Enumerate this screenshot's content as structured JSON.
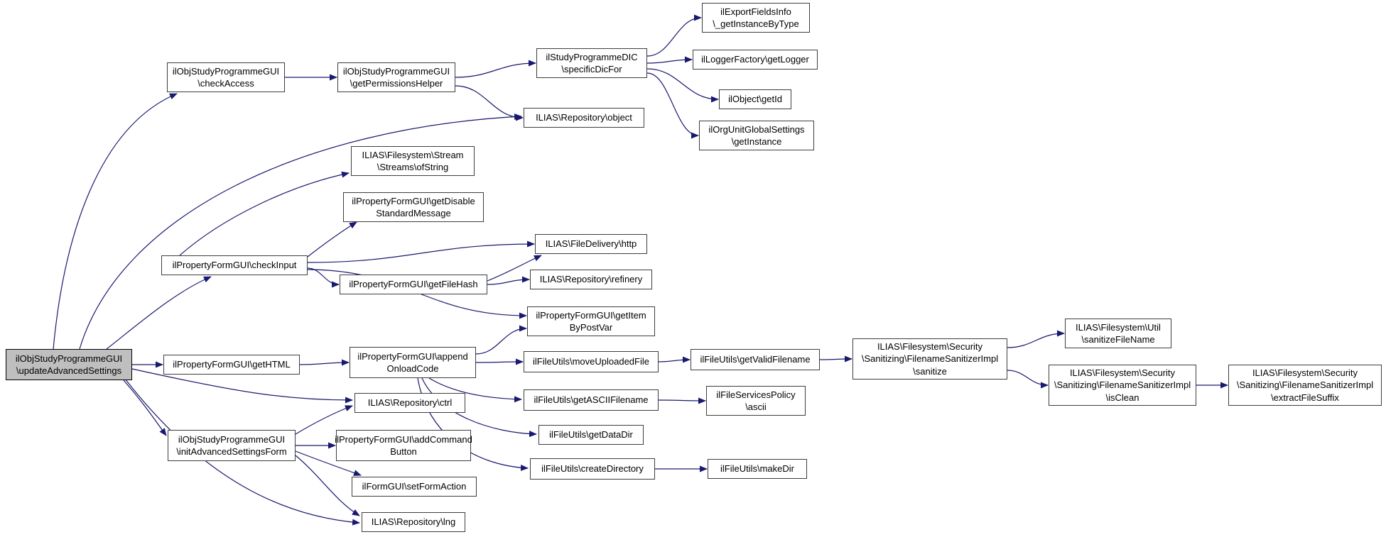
{
  "diagram": {
    "type": "call-graph",
    "nodes": [
      {
        "id": "update",
        "label": "ilObjStudyProgrammeGUI\n\\updateAdvancedSettings",
        "highlighted": true
      },
      {
        "id": "checkAccess",
        "label": "ilObjStudyProgrammeGUI\n\\checkAccess",
        "highlighted": false
      },
      {
        "id": "getPermissionsHelper",
        "label": "ilObjStudyProgrammeGUI\n\\getPermissionsHelper",
        "highlighted": false
      },
      {
        "id": "specificDicFor",
        "label": "ilStudyProgrammeDIC\n\\specificDicFor",
        "highlighted": false
      },
      {
        "id": "object",
        "label": "ILIAS\\Repository\\object",
        "highlighted": false
      },
      {
        "id": "exportFields",
        "label": "ilExportFieldsInfo\n\\_getInstanceByType",
        "highlighted": false
      },
      {
        "id": "getLogger",
        "label": "ilLoggerFactory\\getLogger",
        "highlighted": false
      },
      {
        "id": "getId",
        "label": "ilObject\\getId",
        "highlighted": false
      },
      {
        "id": "orgUnit",
        "label": "ilOrgUnitGlobalSettings\n\\getInstance",
        "highlighted": false
      },
      {
        "id": "ofString",
        "label": "ILIAS\\Filesystem\\Stream\n\\Streams\\ofString",
        "highlighted": false
      },
      {
        "id": "getDisable",
        "label": "ilPropertyFormGUI\\getDisable\nStandardMessage",
        "highlighted": false
      },
      {
        "id": "checkInput",
        "label": "ilPropertyFormGUI\\checkInput",
        "highlighted": false
      },
      {
        "id": "http",
        "label": "ILIAS\\FileDelivery\\http",
        "highlighted": false
      },
      {
        "id": "refinery",
        "label": "ILIAS\\Repository\\refinery",
        "highlighted": false
      },
      {
        "id": "getFileHash",
        "label": "ilPropertyFormGUI\\getFileHash",
        "highlighted": false
      },
      {
        "id": "getItemByPostVar",
        "label": "ilPropertyFormGUI\\getItem\nByPostVar",
        "highlighted": false
      },
      {
        "id": "appendOnloadCode",
        "label": "ilPropertyFormGUI\\append\nOnloadCode",
        "highlighted": false
      },
      {
        "id": "getHTML",
        "label": "ilPropertyFormGUI\\getHTML",
        "highlighted": false
      },
      {
        "id": "moveUploadedFile",
        "label": "ilFileUtils\\moveUploadedFile",
        "highlighted": false
      },
      {
        "id": "getValidFilename",
        "label": "ilFileUtils\\getValidFilename",
        "highlighted": false
      },
      {
        "id": "sanitize",
        "label": "ILIAS\\Filesystem\\Security\n\\Sanitizing\\FilenameSanitizerImpl\n\\sanitize",
        "highlighted": false
      },
      {
        "id": "sanitizeFileName",
        "label": "ILIAS\\Filesystem\\Util\n\\sanitizeFileName",
        "highlighted": false
      },
      {
        "id": "isClean",
        "label": "ILIAS\\Filesystem\\Security\n\\Sanitizing\\FilenameSanitizerImpl\n\\isClean",
        "highlighted": false
      },
      {
        "id": "extract",
        "label": "ILIAS\\Filesystem\\Security\n\\Sanitizing\\FilenameSanitizerImpl\n\\extractFileSuffix",
        "highlighted": false
      },
      {
        "id": "ascii",
        "label": "ilFileServicesPolicy\n\\ascii",
        "highlighted": false
      },
      {
        "id": "getASCII",
        "label": "ilFileUtils\\getASCIIFilename",
        "highlighted": false
      },
      {
        "id": "ctrl",
        "label": "ILIAS\\Repository\\ctrl",
        "highlighted": false
      },
      {
        "id": "getDataDir",
        "label": "ilFileUtils\\getDataDir",
        "highlighted": false
      },
      {
        "id": "addCommandButton",
        "label": "ilPropertyFormGUI\\addCommand\nButton",
        "highlighted": false
      },
      {
        "id": "createDirectory",
        "label": "ilFileUtils\\createDirectory",
        "highlighted": false
      },
      {
        "id": "makeDir",
        "label": "ilFileUtils\\makeDir",
        "highlighted": false
      },
      {
        "id": "setFormAction",
        "label": "ilFormGUI\\setFormAction",
        "highlighted": false
      },
      {
        "id": "lng",
        "label": "ILIAS\\Repository\\lng",
        "highlighted": false
      },
      {
        "id": "initForm",
        "label": "ilObjStudyProgrammeGUI\n\\initAdvancedSettingsForm",
        "highlighted": false
      }
    ],
    "edges": [
      {
        "from": "update",
        "to": "checkAccess"
      },
      {
        "from": "update",
        "to": "object"
      },
      {
        "from": "update",
        "to": "checkInput"
      },
      {
        "from": "update",
        "to": "getHTML"
      },
      {
        "from": "update",
        "to": "initForm"
      },
      {
        "from": "update",
        "to": "ctrl"
      },
      {
        "from": "update",
        "to": "lng"
      },
      {
        "from": "checkAccess",
        "to": "getPermissionsHelper"
      },
      {
        "from": "getPermissionsHelper",
        "to": "specificDicFor"
      },
      {
        "from": "getPermissionsHelper",
        "to": "object"
      },
      {
        "from": "specificDicFor",
        "to": "exportFields"
      },
      {
        "from": "specificDicFor",
        "to": "getLogger"
      },
      {
        "from": "specificDicFor",
        "to": "getId"
      },
      {
        "from": "specificDicFor",
        "to": "orgUnit"
      },
      {
        "from": "checkInput",
        "to": "ofString"
      },
      {
        "from": "checkInput",
        "to": "getDisable"
      },
      {
        "from": "checkInput",
        "to": "http"
      },
      {
        "from": "checkInput",
        "to": "getFileHash"
      },
      {
        "from": "checkInput",
        "to": "getItemByPostVar"
      },
      {
        "from": "getFileHash",
        "to": "http"
      },
      {
        "from": "getFileHash",
        "to": "refinery"
      },
      {
        "from": "getHTML",
        "to": "appendOnloadCode"
      },
      {
        "from": "appendOnloadCode",
        "to": "getItemByPostVar"
      },
      {
        "from": "appendOnloadCode",
        "to": "moveUploadedFile"
      },
      {
        "from": "appendOnloadCode",
        "to": "getASCII"
      },
      {
        "from": "appendOnloadCode",
        "to": "getDataDir"
      },
      {
        "from": "appendOnloadCode",
        "to": "createDirectory"
      },
      {
        "from": "moveUploadedFile",
        "to": "getValidFilename"
      },
      {
        "from": "getValidFilename",
        "to": "sanitize"
      },
      {
        "from": "sanitize",
        "to": "sanitizeFileName"
      },
      {
        "from": "sanitize",
        "to": "isClean"
      },
      {
        "from": "isClean",
        "to": "extract"
      },
      {
        "from": "getASCII",
        "to": "ascii"
      },
      {
        "from": "createDirectory",
        "to": "makeDir"
      },
      {
        "from": "initForm",
        "to": "ctrl"
      },
      {
        "from": "initForm",
        "to": "addCommandButton"
      },
      {
        "from": "initForm",
        "to": "setFormAction"
      },
      {
        "from": "initForm",
        "to": "lng"
      }
    ]
  },
  "colors": {
    "background": "#ffffff",
    "edge": "#191970",
    "node_border": "#3d3d3d",
    "node_bg": "#ffffff",
    "highlight_bg": "#bfbfbf",
    "text": "#000000"
  }
}
